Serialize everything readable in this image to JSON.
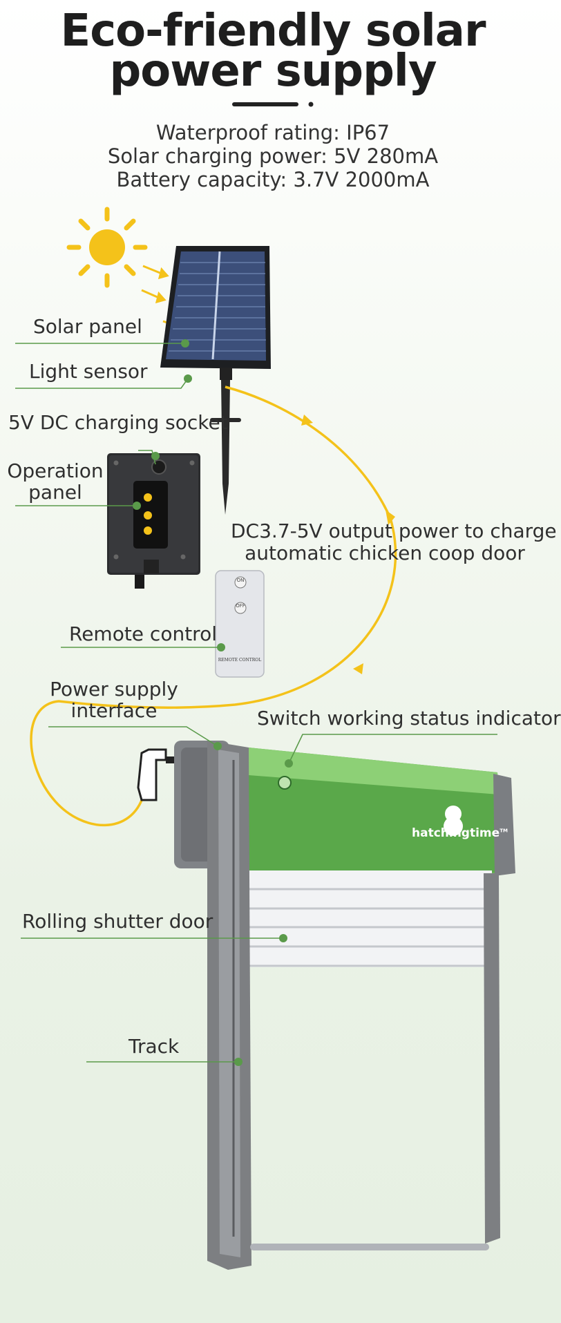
{
  "header": {
    "title_line1": "Eco-friendly solar",
    "title_line2": "power supply"
  },
  "specs": [
    "Waterproof rating: IP67",
    "Solar charging power: 5V 280mA",
    "Battery capacity: 3.7V 2000mA"
  ],
  "labels": {
    "solar_panel": "Solar panel",
    "light_sensor": "Light sensor",
    "charging_socket": "5V DC charging socket",
    "operation_panel_1": "Operation",
    "operation_panel_2": "panel",
    "output_power_1": "DC3.7-5V output power to charge",
    "output_power_2": "automatic chicken coop door",
    "remote_control": "Remote control",
    "power_interface_1": "Power supply",
    "power_interface_2": "interface",
    "status_indicator": "Switch working status indicator",
    "rolling_door": "Rolling shutter door",
    "track": "Track"
  },
  "remote": {
    "on": "ON",
    "off": "OFF",
    "text": "REMOTE CONTROL"
  },
  "brand": {
    "name": "hatchingtime",
    "tm": "TM"
  },
  "colors": {
    "accent_green": "#5a9a4a",
    "sun_yellow": "#f4c21a",
    "door_green": "#5aa84a",
    "frame_gray": "#7d7f82"
  }
}
